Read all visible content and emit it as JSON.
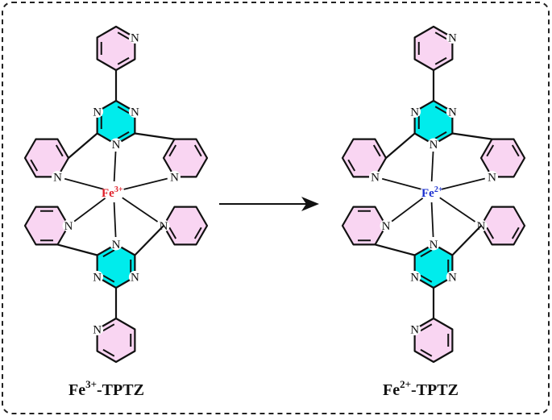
{
  "reaction": {
    "reactant": {
      "metal": "Fe",
      "charge": "3+",
      "charge_color": "#e0202a",
      "caption_metal": "Fe",
      "caption_charge": "3+",
      "caption_ligand": "-TPTZ"
    },
    "product": {
      "metal": "Fe",
      "charge": "2+",
      "charge_color": "#1a2fd0",
      "caption_metal": "Fe",
      "caption_charge": "2+",
      "caption_ligand": "-TPTZ"
    },
    "ring_atom": "N",
    "colors": {
      "pyridine_fill": "#f9d5f2",
      "triazine_fill": "#00ecec",
      "bond": "#111111",
      "frame": "#222222"
    }
  }
}
